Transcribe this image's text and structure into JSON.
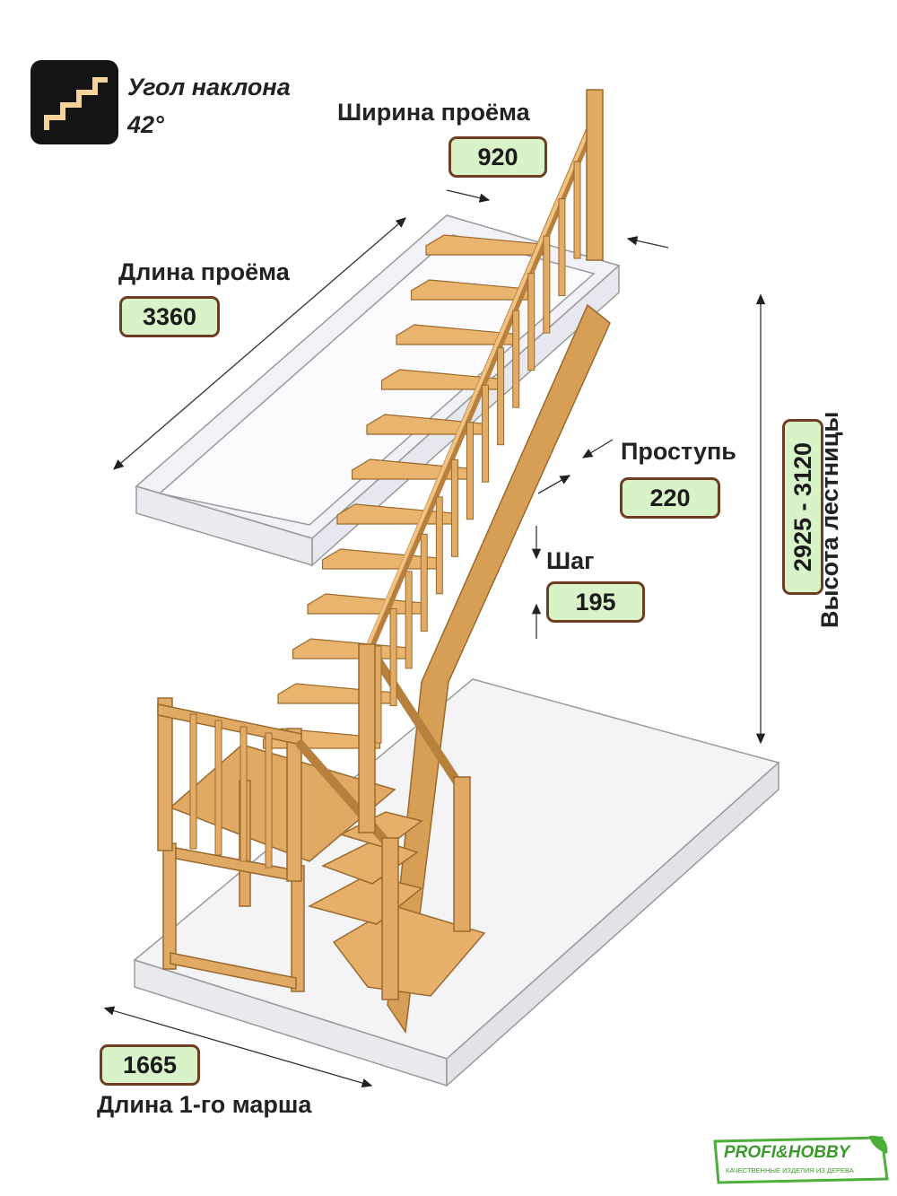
{
  "angle": {
    "label": "Угол наклона",
    "value": "42°"
  },
  "opening_width": {
    "label": "Ширина проёма",
    "value": "920"
  },
  "opening_length": {
    "label": "Длина проёма",
    "value": "3360"
  },
  "tread": {
    "label": "Проступь",
    "value": "220"
  },
  "step": {
    "label": "Шаг",
    "value": "195"
  },
  "stair_height": {
    "label": "Высота лестницы",
    "value": "2925 - 3120"
  },
  "first_flight": {
    "label": "Длина 1-го марша",
    "value": "1665"
  },
  "logo": {
    "brand": "PROFI&HOBBY",
    "tagline": "КАЧЕСТВЕННЫЕ ИЗДЕЛИЯ ИЗ ДЕРЕВА"
  },
  "colors": {
    "wood": "#e0aa64",
    "wood_dark": "#b8803d",
    "value_bg": "#d8f3c8",
    "value_border": "#6e3d22",
    "logo_green": "#4caf3a"
  }
}
